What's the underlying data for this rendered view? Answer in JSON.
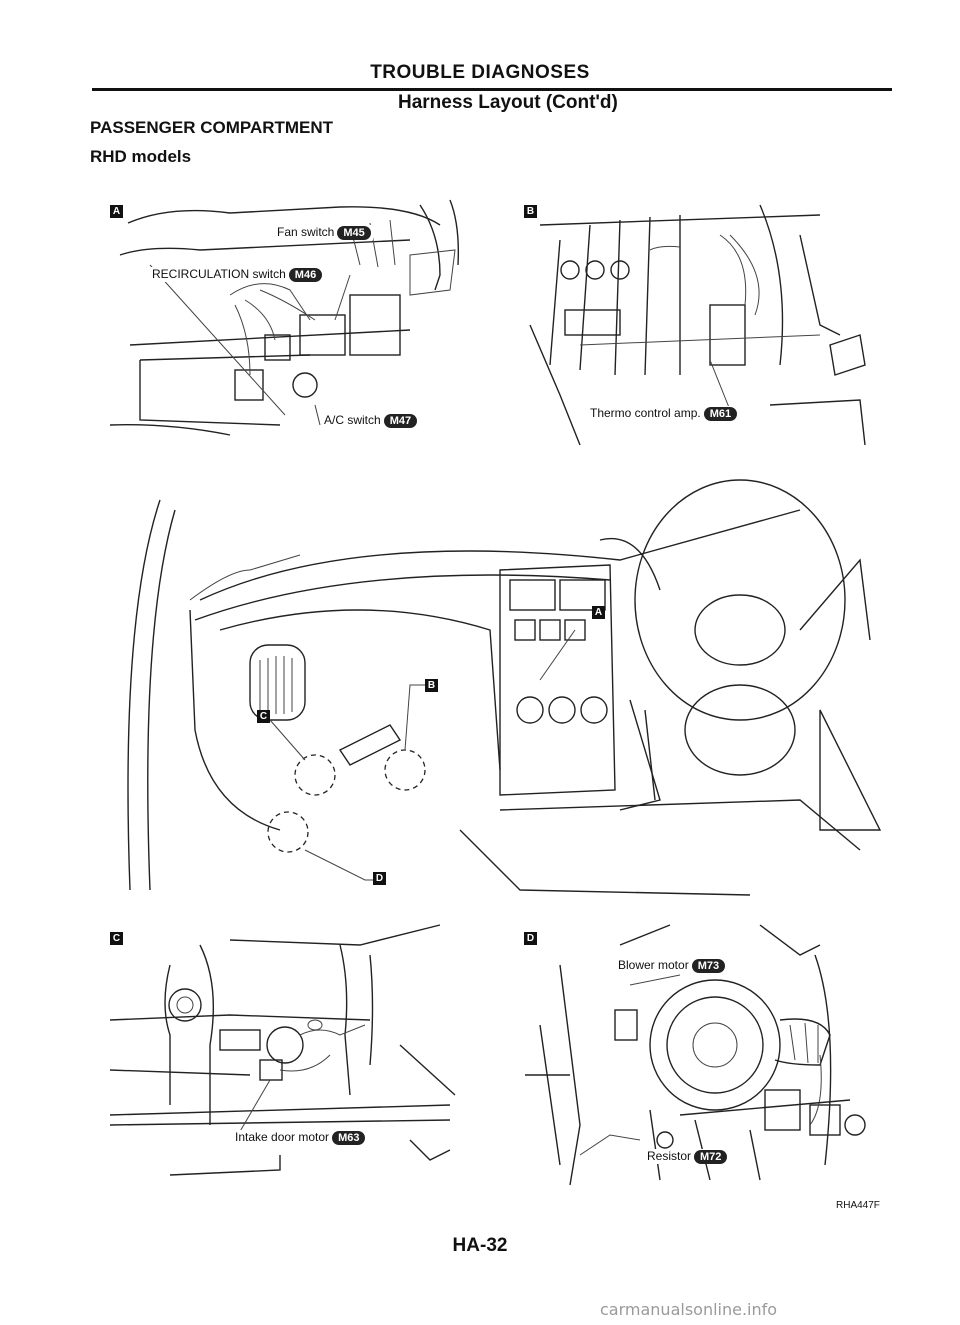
{
  "header": {
    "title": "TROUBLE DIAGNOSES",
    "subtitle": "Harness Layout (Cont'd)"
  },
  "section": {
    "title": "PASSENGER COMPARTMENT",
    "subtitle": "RHD models"
  },
  "panels": {
    "a": {
      "tag": "A",
      "callouts": [
        {
          "label": "Fan switch",
          "connector": "M45"
        },
        {
          "label": "RECIRCULATION switch",
          "connector": "M46"
        },
        {
          "label": "A/C switch",
          "connector": "M47"
        }
      ]
    },
    "b": {
      "tag": "B",
      "callouts": [
        {
          "label": "Thermo control amp.",
          "connector": "M61"
        }
      ]
    },
    "main": {
      "tags": [
        "A",
        "B",
        "C",
        "D"
      ]
    },
    "c": {
      "tag": "C",
      "callouts": [
        {
          "label": "Intake door motor",
          "connector": "M63"
        }
      ]
    },
    "d": {
      "tag": "D",
      "callouts": [
        {
          "label": "Blower motor",
          "connector": "M73"
        },
        {
          "label": "Resistor",
          "connector": "M72"
        }
      ]
    }
  },
  "figure_ref": "RHA447F",
  "page_number": "HA-32",
  "watermark": "carmanualsonline.info"
}
